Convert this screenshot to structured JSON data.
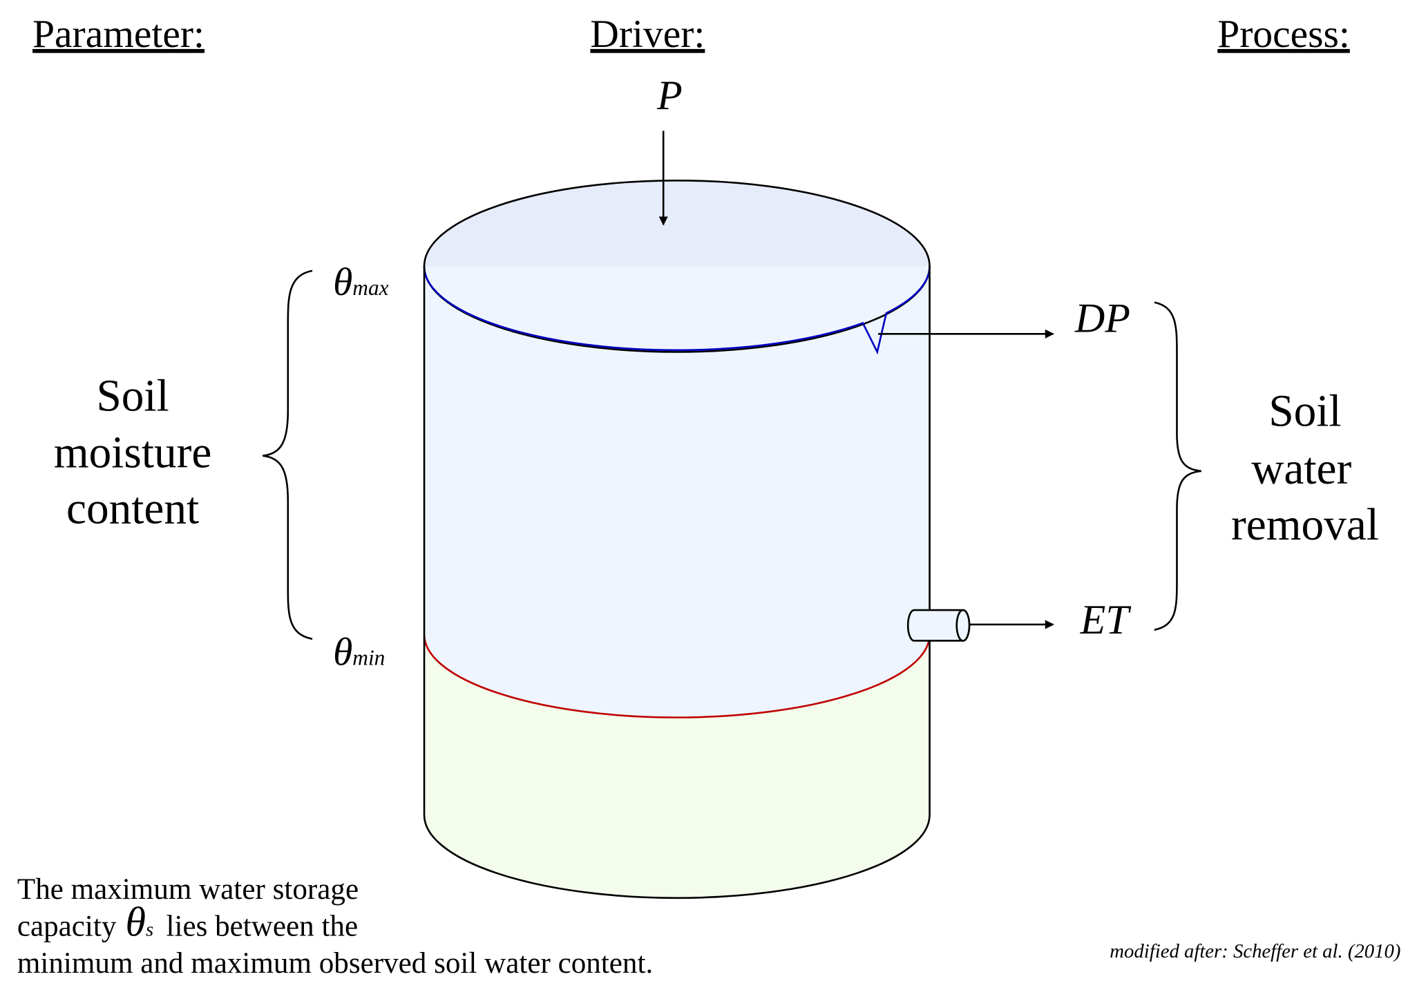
{
  "headers": {
    "parameter": "Parameter:",
    "driver": "Driver:",
    "process": "Process:"
  },
  "driver_symbol": "P",
  "theta_max": {
    "symbol": "θ",
    "subscript": "max"
  },
  "theta_min": {
    "symbol": "θ",
    "subscript": "min"
  },
  "left_label": [
    "Soil",
    "moisture",
    "content"
  ],
  "right_label": [
    "Soil",
    "water",
    "removal"
  ],
  "outflows": {
    "deep_percolation": "DP",
    "evapotranspiration": "ET"
  },
  "note": {
    "line1": "The maximum water storage",
    "line2_pre": "capacity",
    "theta_s": "θ",
    "theta_s_sub": "s",
    "line2_post": "lies between the",
    "line3": "minimum and maximum observed soil water content."
  },
  "credit": "modified after: Scheffer et al. (2010)",
  "colors": {
    "top_water": "#e6ecfa",
    "water": "#eef5fe",
    "dry_soil": "#f4fdec",
    "max_line": "#0000c0",
    "min_line": "#c00000"
  }
}
